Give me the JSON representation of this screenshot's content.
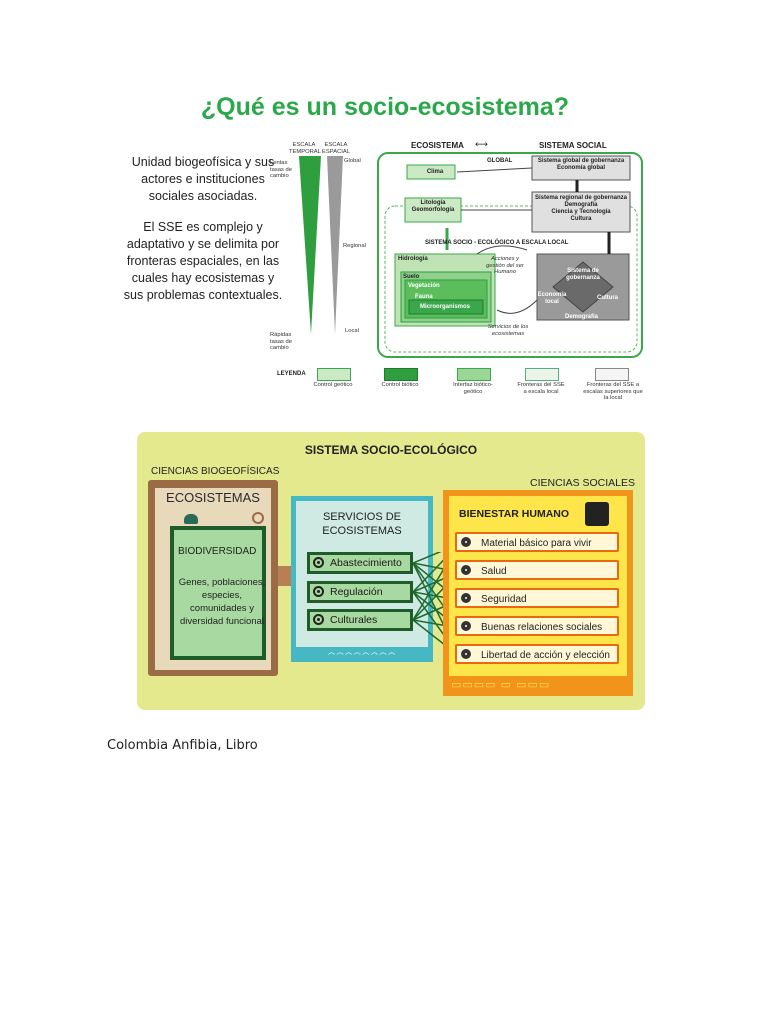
{
  "slide1": {
    "title": "¿Qué es un socio-ecosistema?",
    "intro_p1": "Unidad biogeofísica y sus actores e instituciones sociales asociadas.",
    "intro_p2": "El SSE es complejo y adaptativo y se delimita por fronteras espaciales, en las cuales hay ecosistemas y sus problemas contextuales.",
    "scale": {
      "temporal_header": "ESCALA TEMPORAL",
      "spatial_header": "ESCALA ESPACIAL",
      "slow": "Lentas tasas de cambio",
      "fast": "Rápidas tasas de cambio",
      "global": "Global",
      "regional": "Regional",
      "local": "Local"
    },
    "diagram": {
      "ecosistema": "ECOSISTEMA",
      "sistema_social": "SISTEMA SOCIAL",
      "global": "GLOBAL",
      "clima": "Clima",
      "litologia": "Litología Geomorfología",
      "sist_global": "Sistema global de gobernanza",
      "econ_global": "Economía global",
      "sist_regional": "Sistema regional de gobernanza",
      "demografia": "Demografía",
      "ciencia": "Ciencia y Tecnología",
      "cultura": "Cultura",
      "sse_local": "SISTEMA SOCIO - ECOLÓGICO A ESCALA LOCAL",
      "hidrologia": "Hidrología",
      "suelo": "Suelo",
      "vegetacion": "Vegetación",
      "fauna": "Fauna",
      "microorganismos": "Microorganismos",
      "acciones": "Acciones y gestión del ser Humano",
      "servicios": "Servicios de los ecosistemas",
      "sist_gob": "Sistema de gobernanza",
      "economia_local": "Economía local",
      "cultura2": "Cultura",
      "demografia2": "Demografía"
    },
    "legend": {
      "title": "LEYENDA",
      "items": [
        "Control geótico",
        "Control biótico",
        "Interfaz biótico-geótico",
        "Fronteras del SSE a escala local",
        "Fronteras del SSE a escalas superiores que la local"
      ]
    }
  },
  "slide2": {
    "title": "SISTEMA SOCIO-ECOLÓGICO",
    "ciencias_bio": "CIENCIAS BIOGEOFÍSICAS",
    "ciencias_soc": "CIENCIAS SOCIALES",
    "ecosistemas": "ECOSISTEMAS",
    "biodiversidad": "BIODIVERSIDAD",
    "bio_items": "Genes, poblaciones, especies, comunidades y diversidad funcional",
    "servicios_title": "SERVICIOS DE ECOSISTEMAS",
    "servicios": [
      "Abastecimiento",
      "Regulación",
      "Culturales"
    ],
    "bienestar": "BIENESTAR HUMANO",
    "bienestar_items": [
      "Material básico para vivir",
      "Salud",
      "Seguridad",
      "Buenas relaciones sociales",
      "Libertad de acción y elección"
    ]
  },
  "caption": "Colombia Anfibia, Libro"
}
